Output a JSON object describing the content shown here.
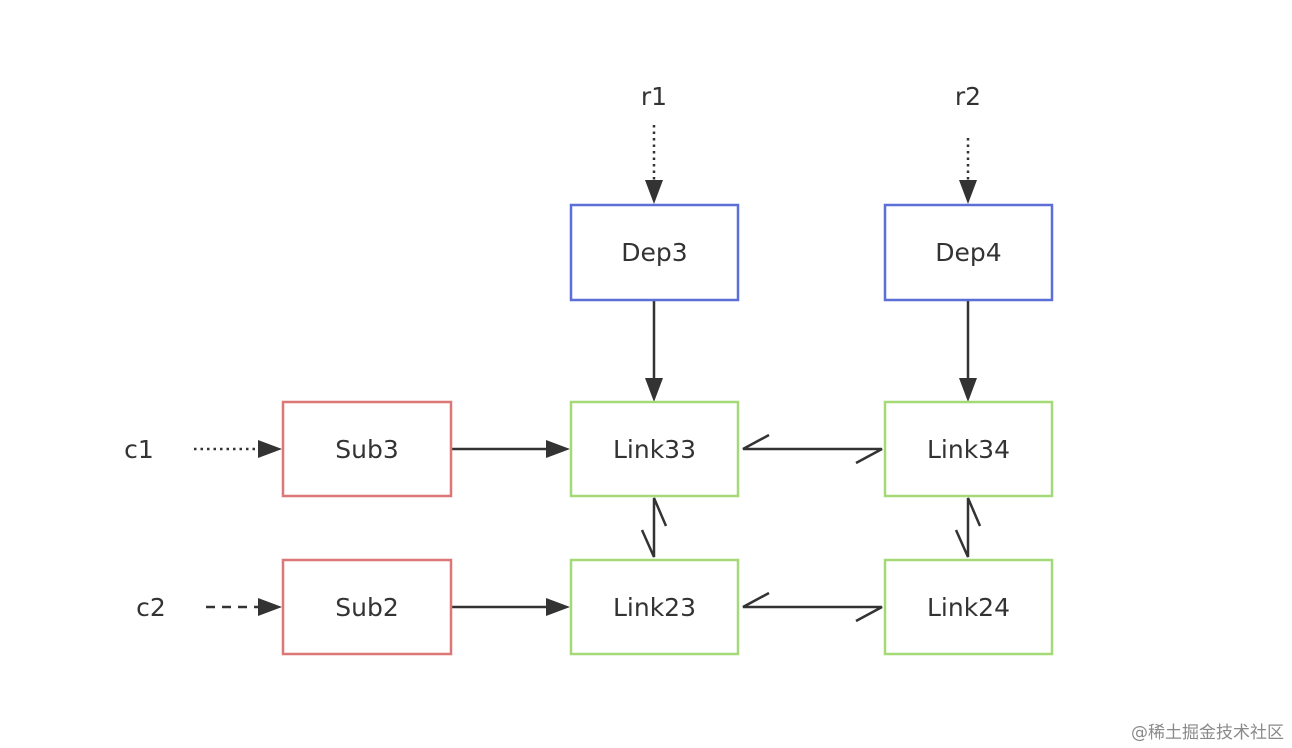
{
  "diagram": {
    "colors": {
      "dep_border": "#5b6fd6",
      "sub_border": "#dd7777",
      "link_border": "#a3d977",
      "arrow": "#333333",
      "text": "#333333"
    },
    "sources": {
      "r1": "r1",
      "r2": "r2",
      "c1": "c1",
      "c2": "c2"
    },
    "nodes": {
      "dep3": "Dep3",
      "dep4": "Dep4",
      "sub3": "Sub3",
      "sub2": "Sub2",
      "link33": "Link33",
      "link34": "Link34",
      "link23": "Link23",
      "link24": "Link24"
    }
  },
  "watermark": "@稀土掘金技术社区"
}
